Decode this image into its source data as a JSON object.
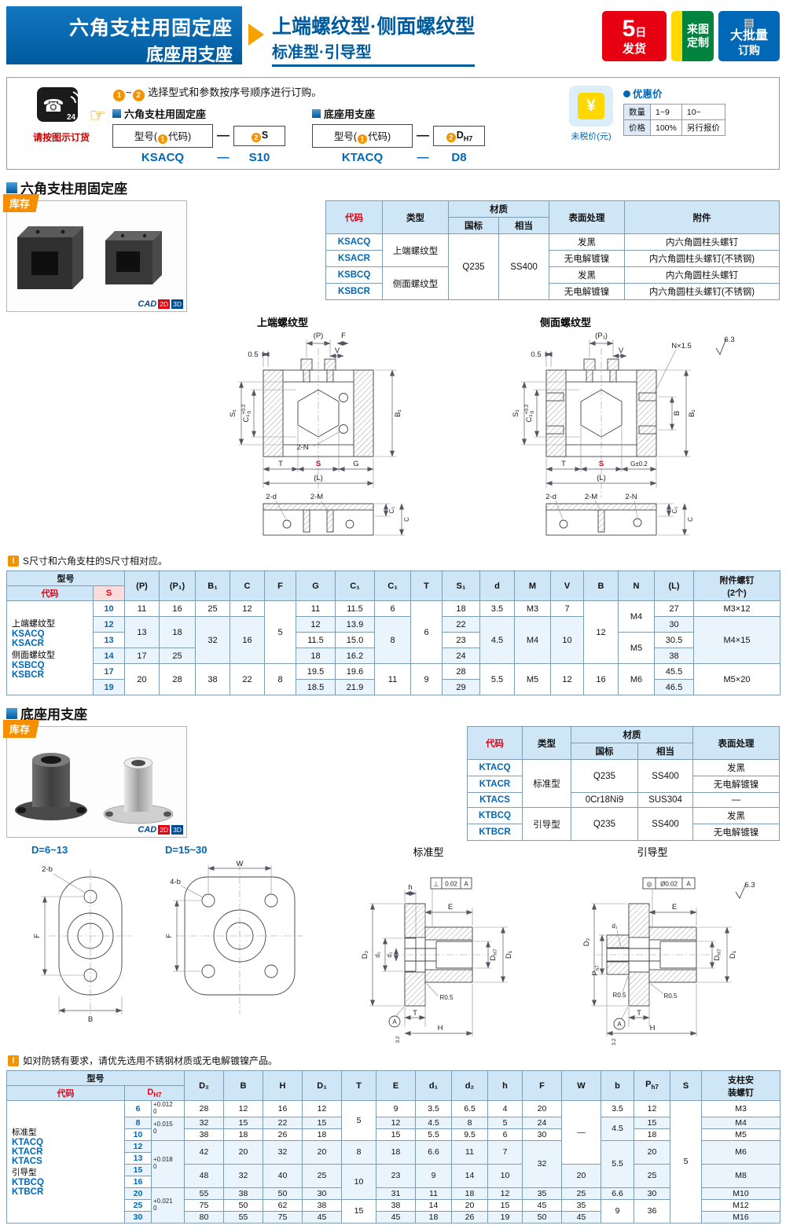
{
  "icons": {
    "phone": "☎",
    "hand": "☞"
  },
  "header": {
    "title1": "六角支柱用固定座",
    "title2": "底座用支座",
    "sub1": "上端螺纹型·侧面螺纹型",
    "sub2": "标准型·引导型",
    "badge_day_num": "5",
    "badge_day_unit": "日",
    "badge_day_text": "发货",
    "badge_custom1": "来图",
    "badge_custom2": "定制",
    "badge_bulk_icon": "▤",
    "badge_bulk1": "大批量",
    "badge_bulk2": "订购"
  },
  "ordering": {
    "phone_label": "请按图示订货",
    "phone_24": "24",
    "num1": "1",
    "num2": "2",
    "range_sep": "~",
    "instruction": "选择型式和参数按序号顺序进行订购。",
    "model_a": "型号(",
    "model_b": "代码)",
    "dash": "—",
    "g1": {
      "title": "六角支柱用固定座",
      "param": "S",
      "ex_model": "KSACQ",
      "ex_param": "S10"
    },
    "g2": {
      "title": "底座用支座",
      "param_main": "D",
      "param_sub": "H7",
      "ex_model": "KTACQ",
      "ex_param": "D8"
    },
    "yen": "¥",
    "untaxed": "未税价(元)",
    "discount": "优惠价",
    "qty_label": "数量",
    "qty1": "1~9",
    "qty2": "10~",
    "price_label": "价格",
    "price1": "100%",
    "price2": "另行报价"
  },
  "sec1": {
    "title": "六角支柱用固定座",
    "stock": "库存",
    "cad": "CAD",
    "cad2d": "2D",
    "cad3d": "3D",
    "spec_h": {
      "code": "代码",
      "type": "类型",
      "mat": "材质",
      "gb": "国标",
      "eq": "相当",
      "surf": "表面处理",
      "acc": "附件"
    },
    "spec_rows": [
      {
        "cells": [
          {
            "t": "KSACQ",
            "cls": "code-text"
          },
          {
            "t": "上端螺纹型",
            "rs": 2
          },
          {
            "t": "Q235",
            "rs": 4
          },
          {
            "t": "SS400",
            "rs": 4
          },
          {
            "t": "发黑"
          },
          {
            "t": "内六角圆柱头螺钉"
          }
        ]
      },
      {
        "cells": [
          {
            "t": "KSACR",
            "cls": "code-text"
          },
          {
            "t": "无电解镀镍"
          },
          {
            "t": "内六角圆柱头螺钉(不锈钢)"
          }
        ]
      },
      {
        "cells": [
          {
            "t": "KSBCQ",
            "cls": "code-text"
          },
          {
            "t": "侧面螺纹型",
            "rs": 2
          },
          {
            "t": "发黑"
          },
          {
            "t": "内六角圆柱头螺钉"
          }
        ]
      },
      {
        "cells": [
          {
            "t": "KSBCR",
            "cls": "code-text"
          },
          {
            "t": "无电解镀镍"
          },
          {
            "t": "内六角圆柱头螺钉(不锈钢)"
          }
        ]
      }
    ],
    "note_mark": "!",
    "note": "S尺寸和六角支柱的S尺寸相对应。"
  },
  "dw1": {
    "title_a": "上端螺纹型",
    "title_b": "侧面螺纹型",
    "p": "(P)",
    "p1": "(P₁)",
    "f": "F",
    "v": "V",
    "half": "0.5",
    "s1": "S₁",
    "c1": "C₁",
    "c1t": "+0.2",
    "c1t0": "0",
    "b1": "B₁",
    "b": "B",
    "n2": "2-N",
    "nx": "N×1.5",
    "t": "T",
    "s": "S",
    "g": "G",
    "g2": "G±0.2",
    "l": "(L)",
    "d2": "2-d",
    "m2": "2-M",
    "cc2": "C₂",
    "cc": "C",
    "r63": "6.3"
  },
  "table1": {
    "model": "型号",
    "code": "代码",
    "s": "S",
    "h": {
      "p": "(P)",
      "p1": "(P₁)",
      "b1": "B₁",
      "c": "C",
      "f": "F",
      "g": "G",
      "c1": "C₁",
      "c1b": "C₁",
      "t": "T",
      "s1": "S₁",
      "d": "d",
      "m": "M",
      "v": "V",
      "b": "B",
      "n": "N",
      "l": "(L)",
      "screw1": "附件螺钉",
      "screw2": "(2个)"
    },
    "left": {
      "lines": [
        {
          "t": "上端螺纹型"
        },
        {
          "t": "KSACQ",
          "c": true
        },
        {
          "t": "KSACR",
          "c": true
        },
        {
          "t": "侧面螺纹型"
        },
        {
          "t": "KSBCQ",
          "c": true
        },
        {
          "t": "KSBCR",
          "c": true
        }
      ]
    },
    "rows": [
      {
        "s": "10",
        "cells": [
          {
            "t": "11"
          },
          {
            "t": "16"
          },
          {
            "t": "25"
          },
          {
            "t": "12"
          },
          {
            "t": "5",
            "rs": 4
          },
          {
            "t": "11"
          },
          {
            "t": "11.5"
          },
          {
            "t": "6"
          },
          {
            "t": "6",
            "rs": 4
          },
          {
            "t": "18"
          },
          {
            "t": "3.5"
          },
          {
            "t": "M3"
          },
          {
            "t": "7"
          },
          {
            "t": "12",
            "rs": 4
          },
          {
            "t": "M4",
            "rs": 2
          },
          {
            "t": "27"
          },
          {
            "t": "M3×12"
          }
        ]
      },
      {
        "s": "12",
        "cells": [
          {
            "t": "13",
            "rs": 2
          },
          {
            "t": "18",
            "rs": 2
          },
          {
            "t": "32",
            "rs": 3
          },
          {
            "t": "16",
            "rs": 3
          },
          {
            "t": "12"
          },
          {
            "t": "13.9"
          },
          {
            "t": "8",
            "rs": 3
          },
          {
            "t": "22"
          },
          {
            "t": "4.5",
            "rs": 3
          },
          {
            "t": "M4",
            "rs": 3
          },
          {
            "t": "10",
            "rs": 3
          },
          {
            "t": "30"
          },
          {
            "t": "M4×15",
            "rs": 3
          }
        ]
      },
      {
        "s": "13",
        "cells": [
          {
            "t": "11.5"
          },
          {
            "t": "15.0"
          },
          {
            "t": "23"
          },
          {
            "t": "M5",
            "rs": 2
          },
          {
            "t": "30.5"
          }
        ]
      },
      {
        "s": "14",
        "cells": [
          {
            "t": "17"
          },
          {
            "t": "25"
          },
          {
            "t": "18"
          },
          {
            "t": "16.2"
          },
          {
            "t": "24"
          },
          {
            "t": "38"
          }
        ]
      },
      {
        "s": "17",
        "cells": [
          {
            "t": "20",
            "rs": 2
          },
          {
            "t": "28",
            "rs": 2
          },
          {
            "t": "38",
            "rs": 2
          },
          {
            "t": "22",
            "rs": 2
          },
          {
            "t": "8",
            "rs": 2
          },
          {
            "t": "19.5"
          },
          {
            "t": "19.6"
          },
          {
            "t": "11",
            "rs": 2
          },
          {
            "t": "9",
            "rs": 2
          },
          {
            "t": "28"
          },
          {
            "t": "5.5",
            "rs": 2
          },
          {
            "t": "M5",
            "rs": 2
          },
          {
            "t": "12",
            "rs": 2
          },
          {
            "t": "16",
            "rs": 2
          },
          {
            "t": "M6",
            "rs": 2
          },
          {
            "t": "45.5"
          },
          {
            "t": "M5×20",
            "rs": 2
          }
        ]
      },
      {
        "s": "19",
        "cells": [
          {
            "t": "18.5"
          },
          {
            "t": "21.9"
          },
          {
            "t": "29"
          },
          {
            "t": "46.5"
          }
        ]
      }
    ]
  },
  "sec2": {
    "title": "底座用支座",
    "stock": "库存",
    "cad": "CAD",
    "cad2d": "2D",
    "cad3d": "3D",
    "spec_h": {
      "code": "代码",
      "type": "类型",
      "mat": "材质",
      "gb": "国标",
      "eq": "相当",
      "surf": "表面处理"
    },
    "spec_rows": [
      {
        "cells": [
          {
            "t": "KTACQ",
            "cls": "code-text"
          },
          {
            "t": "标准型",
            "rs": 3
          },
          {
            "t": "Q235",
            "rs": 2
          },
          {
            "t": "SS400",
            "rs": 2
          },
          {
            "t": "发黑"
          }
        ]
      },
      {
        "cells": [
          {
            "t": "KTACR",
            "cls": "code-text"
          },
          {
            "t": "无电解镀镍"
          }
        ]
      },
      {
        "cells": [
          {
            "t": "KTACS",
            "cls": "code-text"
          },
          {
            "t": "0Cr18Ni9"
          },
          {
            "t": "SUS304"
          },
          {
            "t": "—"
          }
        ]
      },
      {
        "cells": [
          {
            "t": "KTBCQ",
            "cls": "code-text"
          },
          {
            "t": "引导型",
            "rs": 2
          },
          {
            "t": "Q235",
            "rs": 2
          },
          {
            "t": "SS400",
            "rs": 2
          },
          {
            "t": "发黑"
          }
        ]
      },
      {
        "cells": [
          {
            "t": "KTBCR",
            "cls": "code-text"
          },
          {
            "t": "无电解镀镍"
          }
        ]
      }
    ],
    "note_mark": "!",
    "note": "如对防锈有要求，请优先选用不锈钢材质或无电解镀镍产品。"
  },
  "dw2": {
    "fs_title": "D=6~13",
    "fl_title": "D=15~30",
    "std_title": "标准型",
    "gd_title": "引导型",
    "b2": "2-b",
    "b4": "4-b",
    "w": "W",
    "f": "F",
    "b": "B",
    "h": "h",
    "e": "E",
    "d2": "D₂",
    "d1": "D₁",
    "ds1": "d₁",
    "ds2": "d₂",
    "dmain": "D",
    "dsub": "H7",
    "pmain": "P",
    "psub": "h7",
    "r05": "R0.5",
    "t": "T",
    "hh": "H",
    "perp": "⊥",
    "flat": "0.02",
    "conc": "◎",
    "conc_v": "Ø0.02",
    "datum": "A",
    "r32": "3.2",
    "r63": "6.3"
  },
  "table2": {
    "model": "型号",
    "code": "代码",
    "dmain": "D",
    "dsub": "H7",
    "h": {
      "d2": "D₂",
      "b": "B",
      "hh": "H",
      "d1": "D₁",
      "t": "T",
      "e": "E",
      "ds1": "d₁",
      "ds2": "d₂",
      "hs": "h",
      "f": "F",
      "w": "W",
      "bs": "b",
      "pmain": "P",
      "psub": "h7",
      "s": "S",
      "screw1": "支柱安",
      "screw2": "装螺钉"
    },
    "left": {
      "lines": [
        {
          "t": "标准型"
        },
        {
          "t": "KTACQ",
          "c": true
        },
        {
          "t": "KTACR",
          "c": true
        },
        {
          "t": "KTACS",
          "c": true
        },
        {
          "t": "引导型"
        },
        {
          "t": "KTBCQ",
          "c": true
        },
        {
          "t": "KTBCR",
          "c": true
        }
      ]
    },
    "rows": [
      {
        "d": "6",
        "cells": [
          {
            "t": "+0.012|0",
            "cls": "tol"
          },
          {
            "t": "28"
          },
          {
            "t": "12"
          },
          {
            "t": "16"
          },
          {
            "t": "12"
          },
          {
            "t": "5",
            "rs": 3
          },
          {
            "t": "9"
          },
          {
            "t": "3.5"
          },
          {
            "t": "6.5"
          },
          {
            "t": "4"
          },
          {
            "t": "20"
          },
          {
            "t": "—",
            "rs": 5
          },
          {
            "t": "3.5"
          },
          {
            "t": "12"
          },
          {
            "t": "5",
            "rs": 10
          },
          {
            "t": "M3"
          }
        ]
      },
      {
        "d": "8",
        "cells": [
          {
            "t": "+0.015|0",
            "cls": "tol",
            "rs": 2
          },
          {
            "t": "32"
          },
          {
            "t": "15"
          },
          {
            "t": "22"
          },
          {
            "t": "15"
          },
          {
            "t": "12"
          },
          {
            "t": "4.5"
          },
          {
            "t": "8"
          },
          {
            "t": "5"
          },
          {
            "t": "24"
          },
          {
            "t": "4.5",
            "rs": 2
          },
          {
            "t": "15"
          },
          {
            "t": "M4"
          }
        ]
      },
      {
        "d": "10",
        "cells": [
          {
            "t": "38"
          },
          {
            "t": "18"
          },
          {
            "t": "26"
          },
          {
            "t": "18"
          },
          {
            "t": "15"
          },
          {
            "t": "5.5"
          },
          {
            "t": "9.5"
          },
          {
            "t": "6"
          },
          {
            "t": "30"
          },
          {
            "t": "18"
          },
          {
            "t": "M5"
          }
        ]
      },
      {
        "d": "12",
        "cells": [
          {
            "t": "+0.018|0",
            "cls": "tol",
            "rs": 4
          },
          {
            "t": "42",
            "rs": 2
          },
          {
            "t": "20",
            "rs": 2
          },
          {
            "t": "32",
            "rs": 2
          },
          {
            "t": "20",
            "rs": 2
          },
          {
            "t": "8",
            "rs": 2
          },
          {
            "t": "18",
            "rs": 2
          },
          {
            "t": "6.6",
            "rs": 2
          },
          {
            "t": "11",
            "rs": 2
          },
          {
            "t": "7",
            "rs": 2
          },
          {
            "t": "32",
            "rs": 4
          },
          {
            "t": "5.5",
            "rs": 4
          },
          {
            "t": "20",
            "rs": 2
          },
          {
            "t": "M6",
            "rs": 2
          }
        ]
      },
      {
        "d": "13",
        "cells": []
      },
      {
        "d": "15",
        "cells": [
          {
            "t": "48",
            "rs": 2
          },
          {
            "t": "32",
            "rs": 2
          },
          {
            "t": "40",
            "rs": 2
          },
          {
            "t": "25",
            "rs": 2
          },
          {
            "t": "10",
            "rs": 3
          },
          {
            "t": "23",
            "rs": 2
          },
          {
            "t": "9",
            "rs": 2
          },
          {
            "t": "14",
            "rs": 2
          },
          {
            "t": "10",
            "rs": 2
          },
          {
            "t": "20",
            "rs": 2
          },
          {
            "t": "25",
            "rs": 2
          },
          {
            "t": "M8",
            "rs": 2
          }
        ]
      },
      {
        "d": "16",
        "cells": []
      },
      {
        "d": "20",
        "cells": [
          {
            "t": "+0.021|0",
            "cls": "tol",
            "rs": 3
          },
          {
            "t": "55"
          },
          {
            "t": "38"
          },
          {
            "t": "50"
          },
          {
            "t": "30"
          },
          {
            "t": "31"
          },
          {
            "t": "11"
          },
          {
            "t": "18"
          },
          {
            "t": "12"
          },
          {
            "t": "35"
          },
          {
            "t": "25"
          },
          {
            "t": "6.6"
          },
          {
            "t": "30"
          },
          {
            "t": "M10"
          }
        ]
      },
      {
        "d": "25",
        "cells": [
          {
            "t": "75"
          },
          {
            "t": "50"
          },
          {
            "t": "62"
          },
          {
            "t": "38"
          },
          {
            "t": "15",
            "rs": 2
          },
          {
            "t": "38"
          },
          {
            "t": "14"
          },
          {
            "t": "20"
          },
          {
            "t": "15"
          },
          {
            "t": "45"
          },
          {
            "t": "35"
          },
          {
            "t": "9",
            "rs": 2
          },
          {
            "t": "36",
            "rs": 2
          },
          {
            "t": "M12"
          }
        ]
      },
      {
        "d": "30",
        "cells": [
          {
            "t": "80"
          },
          {
            "t": "55"
          },
          {
            "t": "75"
          },
          {
            "t": "45"
          },
          {
            "t": "45"
          },
          {
            "t": "18"
          },
          {
            "t": "26"
          },
          {
            "t": "19"
          },
          {
            "t": "50"
          },
          {
            "t": "45"
          },
          {
            "t": "M16"
          }
        ]
      }
    ]
  }
}
